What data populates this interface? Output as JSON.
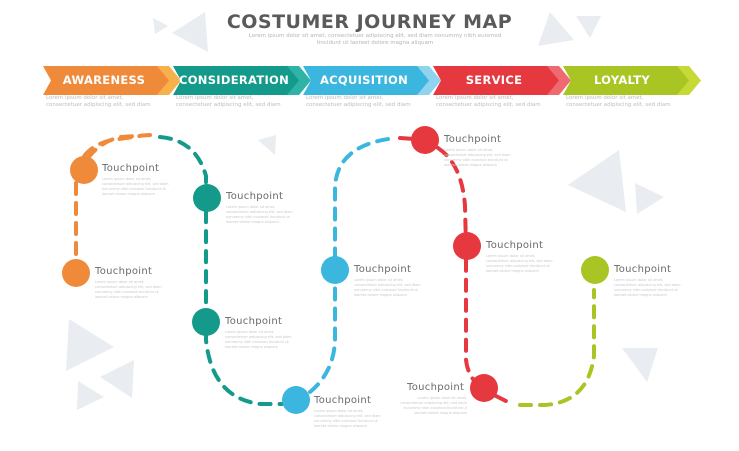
{
  "header": {
    "title": "COSTUMER JOURNEY MAP",
    "subtitle_line1": "Lorem ipsum dolor sit amet, consectetuer adipiscing elit, sed diam nonummy nibh euismod",
    "subtitle_line2": "tincidunt ut laoreet dolore magna aliquam"
  },
  "stages": [
    {
      "label": "AWARENESS",
      "color": "#ef8a3a",
      "accent": "#f6b14a",
      "desc1": "Lorem ipsum dolor sit amet,",
      "desc2": "consectetuer adipiscing elit, sed diam"
    },
    {
      "label": "CONSIDERATION",
      "color": "#139a8a",
      "accent": "#2fb3a7",
      "desc1": "Lorem ipsum dolor sit amet,",
      "desc2": "consectetuer adipiscing elit, sed diam"
    },
    {
      "label": "ACQUISITION",
      "color": "#3bb6de",
      "accent": "#8fd3ef",
      "desc1": "Lorem ipsum dolor sit amet,",
      "desc2": "consectetuer adipiscing elit, sed diam"
    },
    {
      "label": "SERVICE",
      "color": "#e5383f",
      "accent": "#ef6a70",
      "desc1": "Lorem ipsum dolor sit amet,",
      "desc2": "consectetuer adipiscing elit, sed diam"
    },
    {
      "label": "LOYALTY",
      "color": "#a8c524",
      "accent": "#c6d936",
      "desc1": "Lorem ipsum dolor sit amet,",
      "desc2": "consectetuer adipiscing elit, sed diam"
    }
  ],
  "touchpoints": [
    {
      "stage": "awareness",
      "title": "Touchpoint",
      "desc": "Lorem ipsum dolor sit amet, consectetuer adipiscing elit, sed diam nonummy nibh euismod tincidunt ut laoreet dolore magna aliquam"
    },
    {
      "stage": "awareness",
      "title": "Touchpoint",
      "desc": "Lorem ipsum dolor sit amet, consectetuer adipiscing elit, sed diam nonummy nibh euismod tincidunt ut laoreet dolore magna aliquam"
    },
    {
      "stage": "consideration",
      "title": "Touchpoint",
      "desc": "Lorem ipsum dolor sit amet, consectetuer adipiscing elit, sed diam nonummy nibh euismod tincidunt ut laoreet dolore magna aliquam"
    },
    {
      "stage": "consideration",
      "title": "Touchpoint",
      "desc": "Lorem ipsum dolor sit amet, consectetuer adipiscing elit, sed diam nonummy nibh euismod tincidunt ut laoreet dolore magna aliquam"
    },
    {
      "stage": "acquisition",
      "title": "Touchpoint",
      "desc": "Lorem ipsum dolor sit amet, consectetuer adipiscing elit, sed diam nonummy nibh euismod tincidunt ut laoreet dolore magna aliquam"
    },
    {
      "stage": "acquisition",
      "title": "Touchpoint",
      "desc": "Lorem ipsum dolor sit amet, consectetuer adipiscing elit, sed diam nonummy nibh euismod tincidunt ut laoreet dolore magna aliquam"
    },
    {
      "stage": "service",
      "title": "Touchpoint",
      "desc": "Lorem ipsum dolor sit amet, consectetuer adipiscing elit, sed diam nonummy nibh euismod tincidunt ut laoreet dolore magna aliquam"
    },
    {
      "stage": "service",
      "title": "Touchpoint",
      "desc": "Lorem ipsum dolor sit amet, consectetuer adipiscing elit, sed diam nonummy nibh euismod tincidunt ut laoreet dolore magna aliquam"
    },
    {
      "stage": "service",
      "title": "Touchpoint",
      "desc": "Lorem ipsum dolor sit amet, consectetuer adipiscing elit, sed diam nonummy nibh euismod tincidunt ut laoreet dolore magna aliquam"
    },
    {
      "stage": "loyalty",
      "title": "Touchpoint",
      "desc": "Lorem ipsum dolor sit amet, consectetuer adipiscing elit, sed diam nonummy nibh euismod tincidunt ut laoreet dolore magna aliquam"
    }
  ],
  "colors": {
    "background": "#ffffff",
    "title": "#5a5a5a",
    "decor_triangle": "#e9ecf0"
  }
}
